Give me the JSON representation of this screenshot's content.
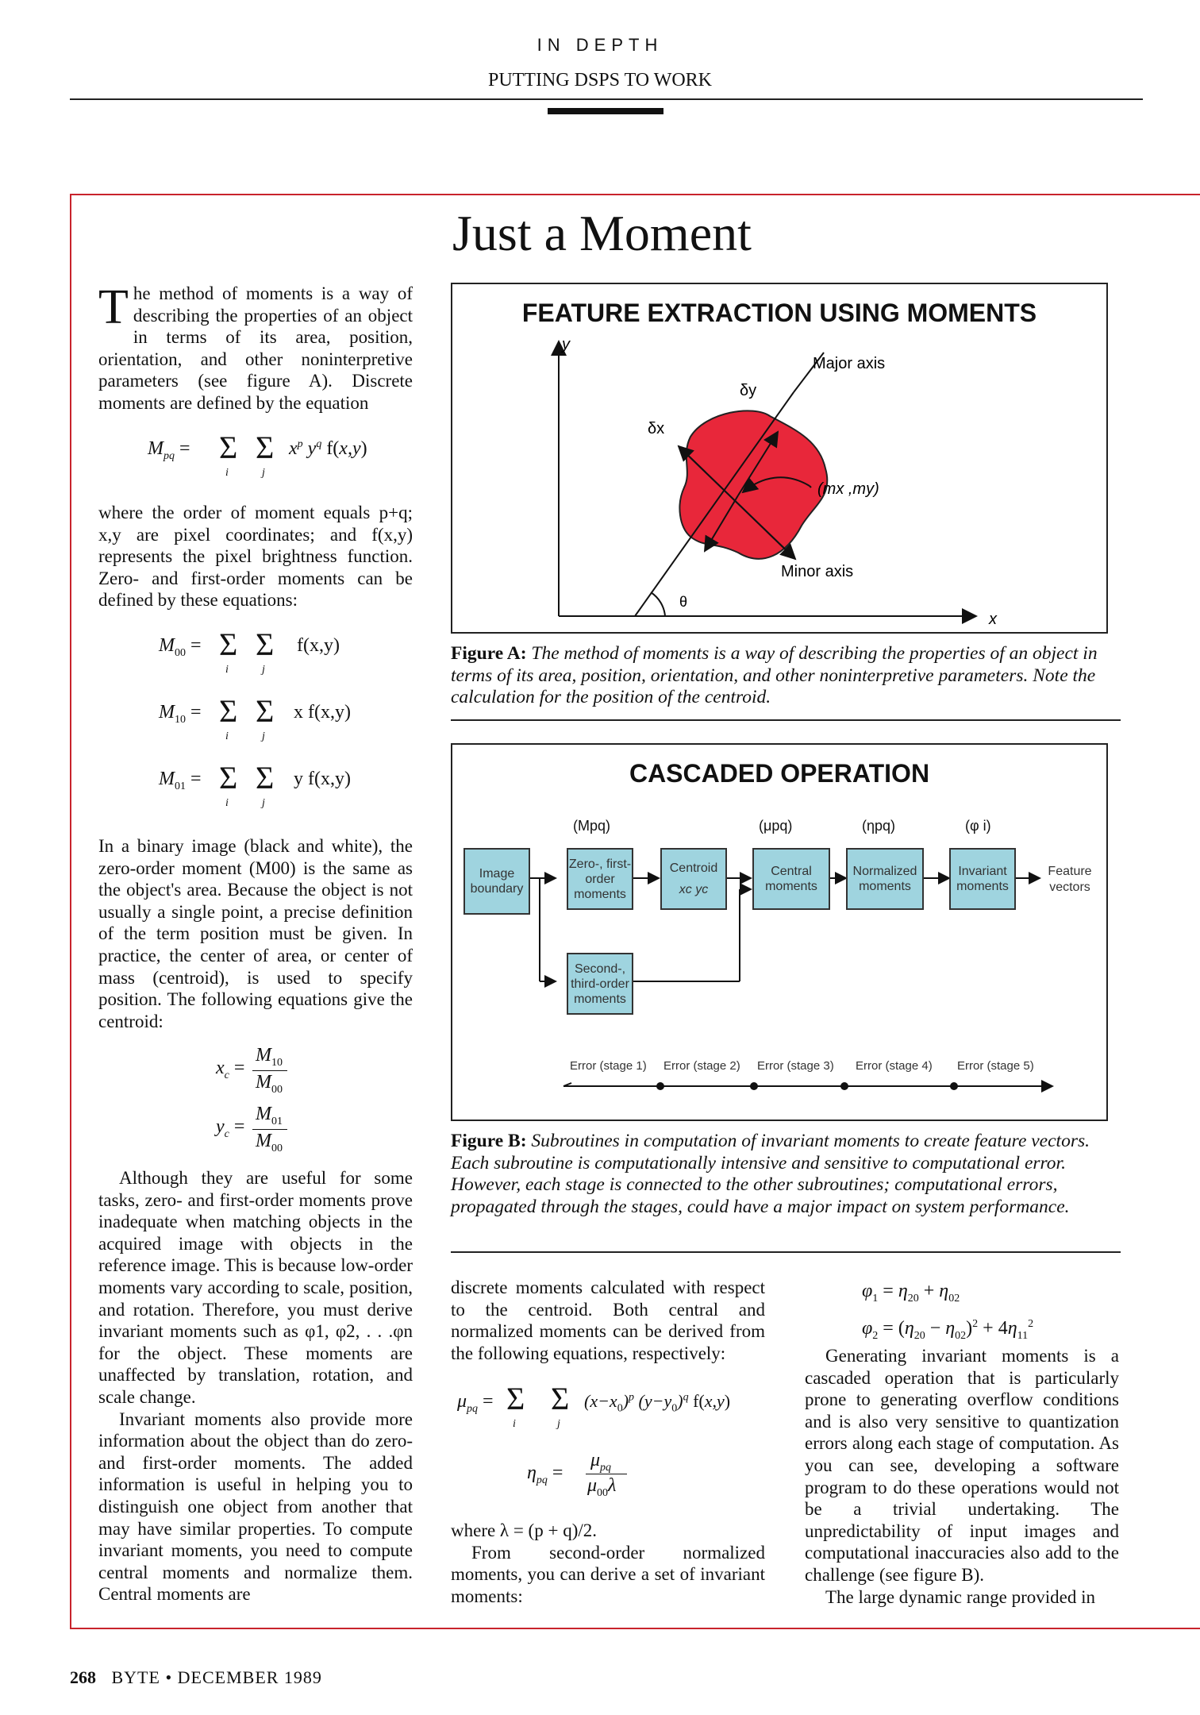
{
  "header": {
    "kicker": "IN DEPTH",
    "section": "PUTTING DSPS TO WORK"
  },
  "article": {
    "title": "Just a Moment",
    "dropcap": "T",
    "intro": "he method of moments is a way of describing the properties of an object in terms of its area, position, orientation, and other noninterpretive parameters (see figure A). Discrete moments are defined by the equation",
    "p_order": "where the order of moment equals p+q; x,y are pixel coordinates; and f(x,y) represents the pixel brightness function. Zero- and first-order moments can be defined by these equations:",
    "p_binary": "In a binary image (black and white), the zero-order moment (M00) is the same as the object's area. Because the object is not usually a single point, a precise definition of the term position must be given. In practice, the center of area, or center of mass (centroid), is used to specify position. The following equations give the centroid:",
    "p_although": "Although they are useful for some tasks, zero- and first-order moments prove inadequate when matching objects in the acquired image with objects in the reference image. This is because low-order moments vary according to scale, position, and rotation. Therefore, you must derive invariant moments such as φ1, φ2, . . .φn for the object. These moments are unaffected by translation, rotation, and scale change.",
    "p_invariant": "Invariant moments also provide more information about the object than do zero- and first-order moments. The added information is useful in helping you to distinguish one object from another that may have similar properties. To compute invariant moments, you need to compute central moments and normalize them. Central moments are",
    "p_discrete": "discrete moments calculated with respect to the centroid. Both central and normalized moments can be derived from the following equations, respectively:",
    "p_lambda": "where λ = (p + q)/2.",
    "p_second": "From second-order normalized moments, you can derive a set of invariant moments:",
    "p_generating": "Generating invariant moments is a cascaded operation that is particularly prone to generating overflow conditions and is also very sensitive to quantization errors along each stage of computation. As you can see, developing a software program to do these operations would not be a trivial undertaking. The unpredictability of input images and computational inaccuracies also add to the challenge (see figure B).",
    "p_large": "The large dynamic range provided in"
  },
  "equations": {
    "mpq_lhs": "M",
    "mpq_body": "x",
    "m00": "f(x,y)",
    "m10": "x f(x,y)",
    "m01": "y f(x,y)",
    "mu_body": "(x−x0)p (y−y0)q f(x,y)",
    "phi1": "φ1 = η20 + η02",
    "phi2": "φ2 = (η20 − η02)2 + 4η112"
  },
  "figureA": {
    "title": "FEATURE EXTRACTION USING MOMENTS",
    "y_label": "y",
    "x_label": "x",
    "major_axis": "Major axis",
    "minor_axis": "Minor axis",
    "delta_x": "δx",
    "delta_y": "δy",
    "centroid": "(mx ,my)",
    "theta": "θ",
    "caption_label": "Figure A:",
    "caption_text": "The method of moments is a way of describing the properties of an object in terms of its area, position, orientation, and other noninterpretive parameters. Note the calculation for the position of the centroid.",
    "blob_color": "#e8273a"
  },
  "figureB": {
    "title": "CASCADED OPERATION",
    "top_labels": [
      "(Mpq)",
      "(μpq)",
      "(ηpq)",
      "(φ i)"
    ],
    "blocks": {
      "image_boundary": "Image boundary",
      "zero_first": "Zero-, first-order moments",
      "centroid": "Centroid",
      "centroid_sub": "xc yc",
      "central": "Central moments",
      "normalized": "Normalized moments",
      "invariant": "Invariant moments",
      "second_third": "Second-, third-order moments",
      "output": "Feature vectors"
    },
    "errors": [
      "Error (stage 1)",
      "Error (stage 2)",
      "Error (stage 3)",
      "Error (stage 4)",
      "Error (stage 5)"
    ],
    "caption_label": "Figure B:",
    "caption_text": "Subroutines in computation of invariant moments to create feature vectors. Each subroutine is computationally intensive and sensitive to computational error. However, each stage is connected to the other subroutines; computational errors, propagated through the stages, could have a major impact on system performance.",
    "block_color": "#9fd4df"
  },
  "footer": {
    "page": "268",
    "magazine": "BYTE • DECEMBER 1989"
  }
}
